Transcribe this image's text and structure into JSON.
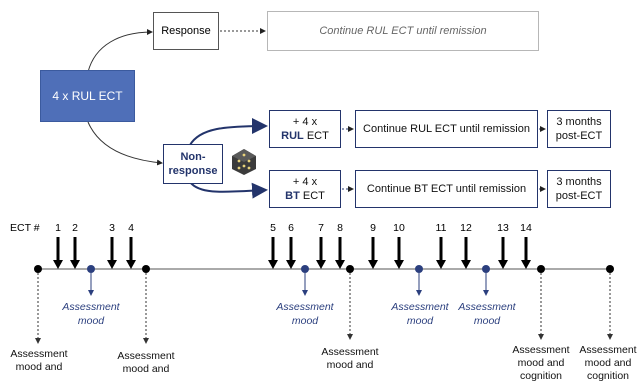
{
  "flow": {
    "start": "4 x RUL ECT",
    "response": "Response",
    "continue_response": "Continue RUL ECT until remission",
    "non_response_line1": "Non-",
    "non_response_line2": "response",
    "arm_rul": {
      "plus": "+ 4 x",
      "bold": "RUL",
      "rest": " ECT",
      "continue": "Continue RUL ECT until remission",
      "followup_l1": "3 months",
      "followup_l2": "post-ECT"
    },
    "arm_bt": {
      "plus": "+ 4 x",
      "bold": "BT",
      "rest": " ECT",
      "continue": "Continue BT ECT until remission",
      "followup_l1": "3 months",
      "followup_l2": "post-ECT"
    }
  },
  "timeline": {
    "ect_label": "ECT #",
    "numbers": [
      "1",
      "2",
      "3",
      "4",
      "5",
      "6",
      "7",
      "8",
      "9",
      "10",
      "11",
      "12",
      "13",
      "14"
    ],
    "blue_assessment_l1": "Assessment",
    "blue_assessment_l2": "mood",
    "black_assessment": {
      "a1_l1": "Assessment",
      "a1_l2": "mood and",
      "a2_l1": "Assessment",
      "a2_l2": "mood and",
      "a3_l1": "Assessment",
      "a3_l2": "mood and",
      "a4_l1": "Assessment",
      "a4_l2": "mood and",
      "a4_l3": "cognition",
      "a5_l1": "Assessment",
      "a5_l2": "mood and",
      "a5_l3": "cognition"
    }
  },
  "colors": {
    "blue_box": "#4f6fb8",
    "navy": "#23346b",
    "dot_blue": "#2b3f7e"
  }
}
